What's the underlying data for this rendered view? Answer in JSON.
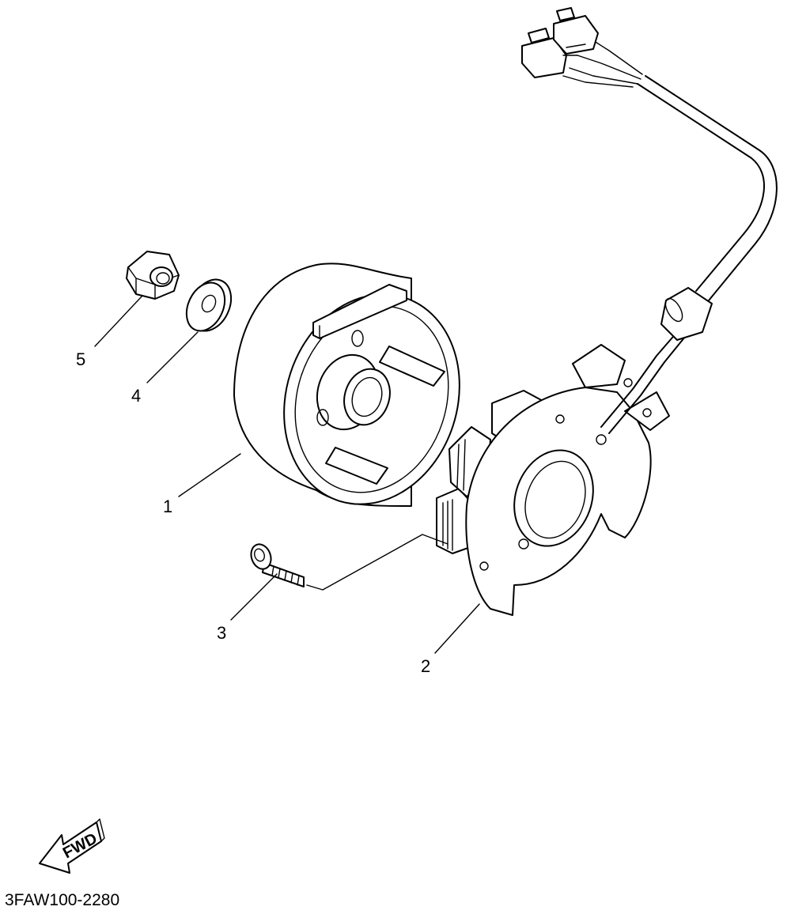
{
  "callouts": [
    {
      "number": "1",
      "part": "rotor"
    },
    {
      "number": "2",
      "part": "stator"
    },
    {
      "number": "3",
      "part": "screw"
    },
    {
      "number": "4",
      "part": "washer"
    },
    {
      "number": "5",
      "part": "nut"
    }
  ],
  "fwd_label": "FWD",
  "diagram_code": "3FAW100-2280"
}
